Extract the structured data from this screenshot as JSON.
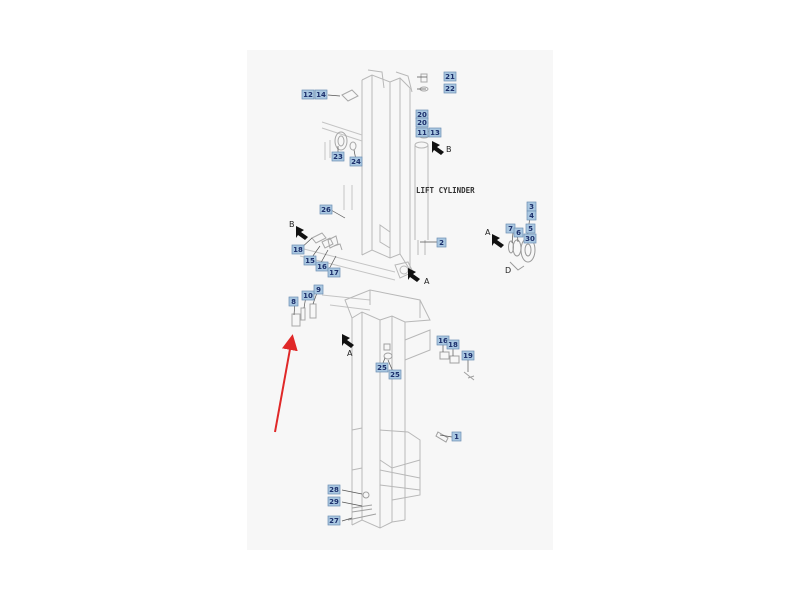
{
  "diagram": {
    "caption": "LIFT CYLINDER",
    "colors": {
      "sheet": "#f7f7f7",
      "line": "#b8b8b8",
      "label_fill": "#a9c7e1",
      "label_border": "#6d8fb3",
      "label_text": "#1c2f6b",
      "pointer": "#e02828"
    },
    "labels": [
      {
        "text": "12"
      },
      {
        "text": "14"
      },
      {
        "text": "21"
      },
      {
        "text": "22"
      },
      {
        "text": "20"
      },
      {
        "text": "20"
      },
      {
        "text": "11"
      },
      {
        "text": "13"
      },
      {
        "text": "23"
      },
      {
        "text": "24"
      },
      {
        "text": "26"
      },
      {
        "text": "2"
      },
      {
        "text": "3"
      },
      {
        "text": "4"
      },
      {
        "text": "7"
      },
      {
        "text": "6"
      },
      {
        "text": "5"
      },
      {
        "text": "30"
      },
      {
        "text": "18"
      },
      {
        "text": "15"
      },
      {
        "text": "16"
      },
      {
        "text": "17"
      },
      {
        "text": "9"
      },
      {
        "text": "10"
      },
      {
        "text": "8"
      },
      {
        "text": "16"
      },
      {
        "text": "18"
      },
      {
        "text": "19"
      },
      {
        "text": "25"
      },
      {
        "text": "25"
      },
      {
        "text": "1"
      },
      {
        "text": "28"
      },
      {
        "text": "29"
      },
      {
        "text": "27"
      }
    ],
    "letters": [
      {
        "text": "B"
      },
      {
        "text": "B"
      },
      {
        "text": "A"
      },
      {
        "text": "A"
      },
      {
        "text": "D"
      },
      {
        "text": "A"
      }
    ]
  }
}
